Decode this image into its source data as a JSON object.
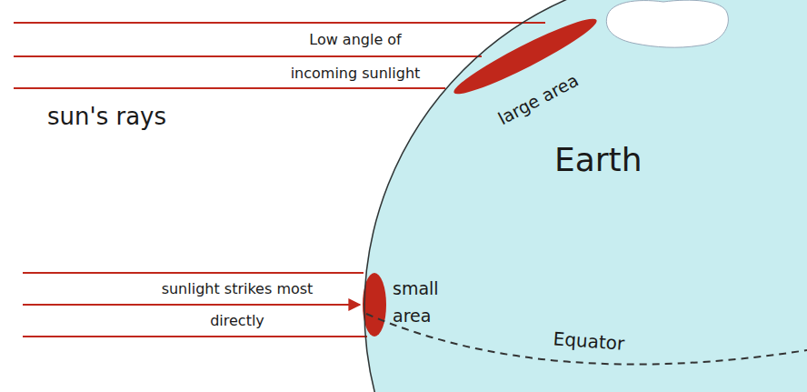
{
  "diagram": {
    "nodes": [
      {
        "text": [
          "Earth"
        ]
      }
    ],
    "labels": [
      "Low angle of incoming sunlight",
      "sun's rays",
      "large area",
      "sunlight strikes most directly",
      "small area",
      "Equator"
    ]
  }
}
